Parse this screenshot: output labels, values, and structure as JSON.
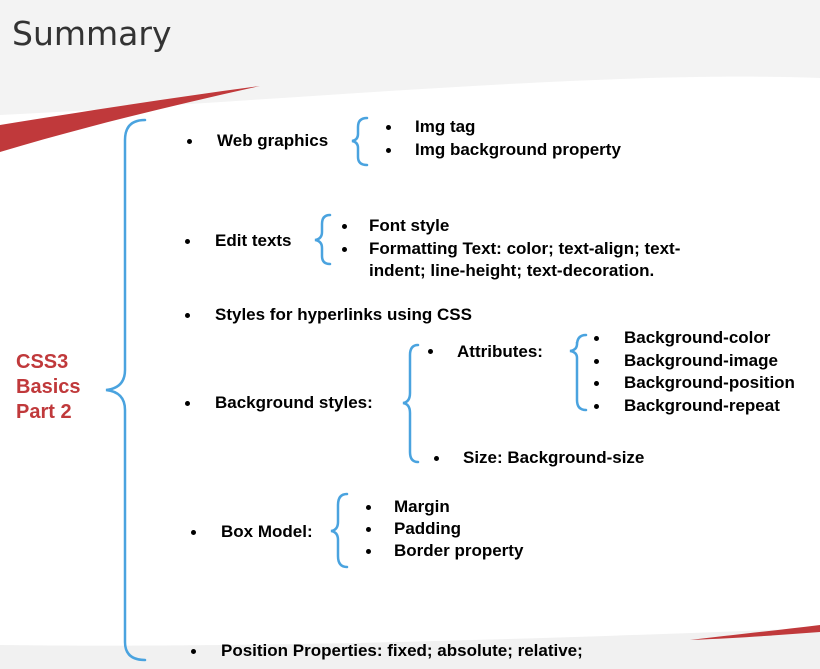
{
  "title": "Summary",
  "main_topic": [
    "CSS3",
    "Basics",
    "Part 2"
  ],
  "colors": {
    "accent_red": "#c0393b",
    "brace_blue": "#4aa3df",
    "title_gray": "#333333"
  },
  "items": {
    "web_graphics": {
      "label": "Web graphics",
      "sub": [
        "Img tag",
        "Img background property"
      ]
    },
    "edit_texts": {
      "label": "Edit texts",
      "sub": [
        "Font style"
      ],
      "formatting_line1": "Formatting Text: color; text-align; text-",
      "formatting_line2": "indent; line-height; text-decoration."
    },
    "hyperlinks": {
      "label": "Styles for hyperlinks using CSS"
    },
    "background": {
      "label": "Background styles:",
      "attributes_label": "Attributes:",
      "attributes": [
        "Background-color",
        "Background-image",
        "Background-position",
        "Background-repeat"
      ],
      "size_label": "Size: Background-size"
    },
    "box_model": {
      "label": "Box Model:",
      "sub": [
        "Margin",
        "Padding",
        "Border property"
      ]
    },
    "position": {
      "label": "Position Properties: fixed; absolute; relative;"
    }
  }
}
